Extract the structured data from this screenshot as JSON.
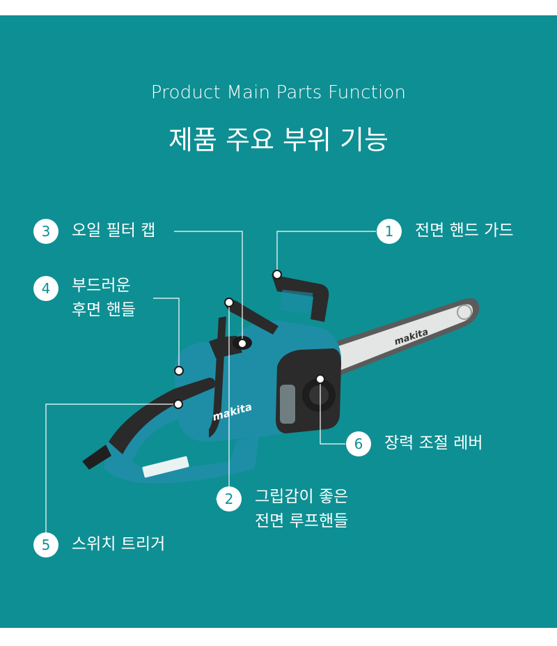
{
  "header": {
    "subtitle": "Product Main Parts Function",
    "title": "제품 주요 부위 기능"
  },
  "parts": [
    {
      "number": "1",
      "label": "전면 핸드 가드"
    },
    {
      "number": "2",
      "line1": "그립감이 좋은",
      "line2": "전면 루프핸들"
    },
    {
      "number": "3",
      "label": "오일 필터 캡"
    },
    {
      "number": "4",
      "line1": "부드러운",
      "line2": "후면 핸들"
    },
    {
      "number": "5",
      "label": "스위치 트리거"
    },
    {
      "number": "6",
      "label": "장력 조절 레버"
    }
  ],
  "product": {
    "brand_mark": "makita",
    "body_icon": "chainsaw-illustration"
  },
  "colors": {
    "background": "#0e8f93",
    "body": "#1e8ea6",
    "bar": "#e4e6e6"
  }
}
